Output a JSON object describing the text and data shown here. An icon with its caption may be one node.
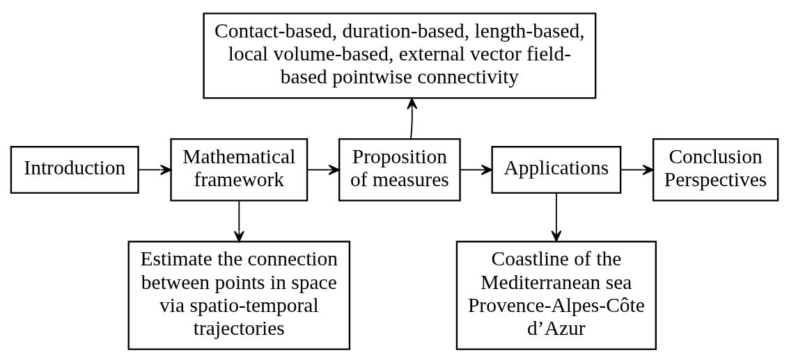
{
  "diagram": {
    "nodes": [
      {
        "text": [
          "Introduction"
        ]
      },
      {
        "text": [
          "Mathematical framework"
        ]
      },
      {
        "text": [
          "Proposition of measures"
        ]
      },
      {
        "text": [
          "Applications"
        ]
      },
      {
        "text": [
          "Conclusion Perspectives"
        ]
      },
      {
        "text": [
          "Contact-based, duration-based, length-based, local volume-based, external vector field-based pointwise connectivity"
        ]
      },
      {
        "text": [
          "Estimate the connection between points in space via spatio-temporal trajectories"
        ]
      },
      {
        "text": [
          "Coastline of the Mediterranean sea Provence-Alpes-Côte d’Azur"
        ]
      }
    ],
    "edges": [
      {
        "from": 0,
        "to": 1,
        "arrow": "to"
      },
      {
        "from": 1,
        "to": 2,
        "arrow": "to"
      },
      {
        "from": 2,
        "to": 3,
        "arrow": "to"
      },
      {
        "from": 3,
        "to": 4,
        "arrow": "to"
      },
      {
        "from": 2,
        "to": 5,
        "arrow": "to"
      },
      {
        "from": 1,
        "to": 6,
        "arrow": "to"
      },
      {
        "from": 3,
        "to": 7,
        "arrow": "to"
      }
    ]
  }
}
